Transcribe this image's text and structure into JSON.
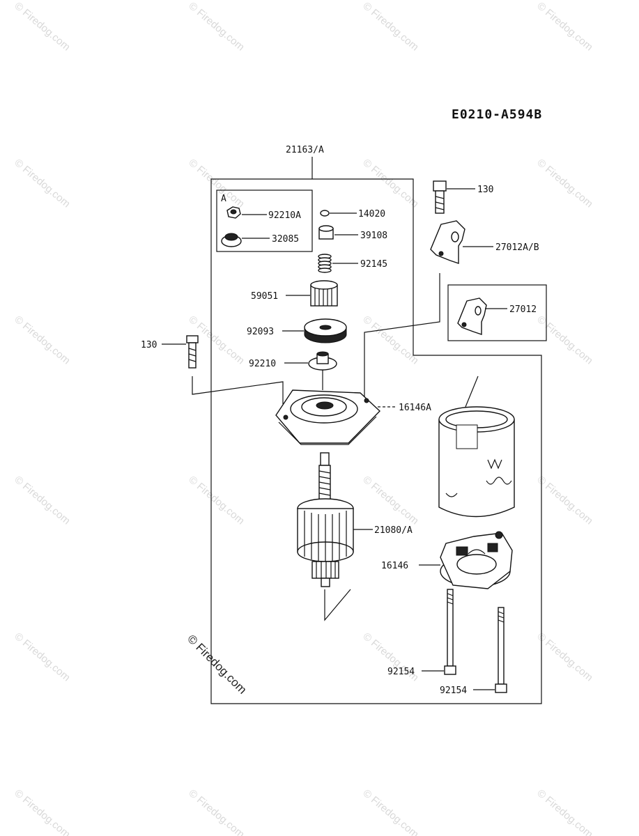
{
  "diagram": {
    "code": "E0210-A594B",
    "kit_label": "A",
    "labels": {
      "p21163": "21163/A",
      "p92210A": "92210A",
      "p32085": "32085",
      "p14020": "14020",
      "p39108": "39108",
      "p92145": "92145",
      "p59051": "59051",
      "p92093": "92093",
      "p92210": "92210",
      "p130_left": "130",
      "p130_top": "130",
      "p27012AB": "27012A/B",
      "p27012": "27012",
      "p16146A": "16146A",
      "p21080A": "21080/A",
      "p16146": "16146",
      "p92154_a": "92154",
      "p92154_b": "92154"
    }
  },
  "watermark": {
    "text": "© Firedog.com"
  }
}
